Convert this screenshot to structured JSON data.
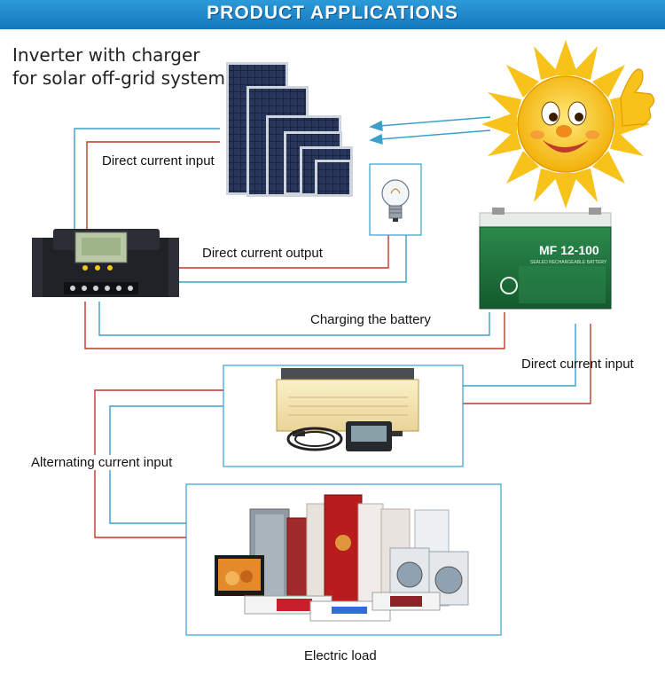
{
  "banner": {
    "title": "PRODUCT APPLICATIONS"
  },
  "headline": {
    "line1": "Inverter with charger",
    "line2": "for solar off-grid system"
  },
  "labels": {
    "dc_input_top": "Direct current input",
    "dc_output": "Direct current output",
    "charging": "Charging the battery",
    "dc_input_right": "Direct current input",
    "ac_input": "Alternating current input",
    "electric_load": "Electric load"
  },
  "battery": {
    "model": "MF 12-100",
    "subtitle": "SEALED RECHARGEABLE BATTERY"
  },
  "colors": {
    "red_wire": "#c0392b",
    "blue_wire": "#3aa0c8",
    "banner": "#1b84c6",
    "battery_green": "#1f6b3a",
    "sun_yellow": "#f7c21a"
  },
  "icons": [
    "solar-panel-icon",
    "sun-icon",
    "light-bulb-icon",
    "battery-icon",
    "charge-controller-icon",
    "inverter-icon",
    "appliances-icon"
  ]
}
